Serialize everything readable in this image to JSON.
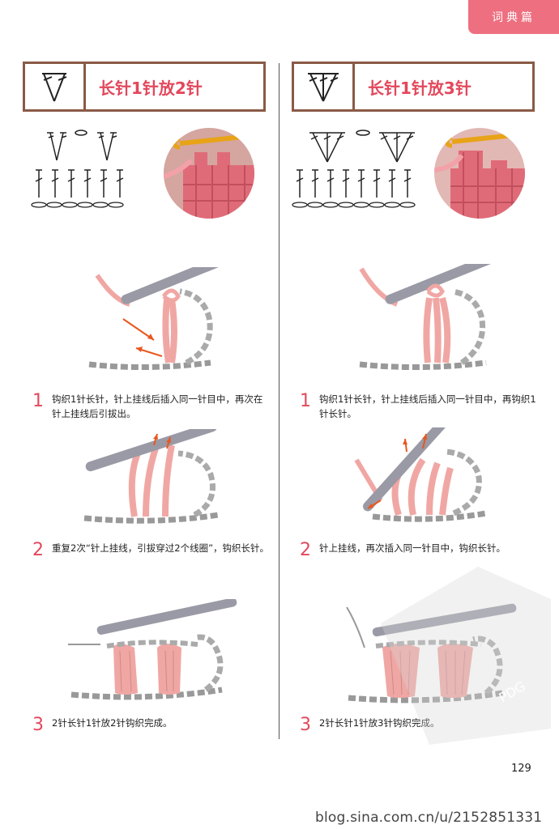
{
  "header": {
    "tab_label": "词典篇"
  },
  "left": {
    "title": "长针1针放2针",
    "steps": [
      {
        "num": "1",
        "text": "钩织1针长针，针上挂线后插入同一针目中，再次在针上挂线后引拔出。"
      },
      {
        "num": "2",
        "text": "重复2次“针上挂线，引拔穿过2个线圈”，钩织长针。"
      },
      {
        "num": "3",
        "text": "2针长针1针放2针钩织完成。"
      }
    ]
  },
  "right": {
    "title": "长针1针放3针",
    "steps": [
      {
        "num": "1",
        "text": "钩织1针长针，针上挂线后插入同一针目中，再钩织1针长针。"
      },
      {
        "num": "2",
        "text": "针上挂线，再次插入同一针目中，钩织长针。"
      },
      {
        "num": "3",
        "text": "2针长针1针放3针钩织完成。"
      }
    ]
  },
  "footer": {
    "page_number": "129",
    "blog_watermark": "blog.sina.com.cn/u/2152851331",
    "stamp_text": "PDG"
  },
  "colors": {
    "accent": "#e3485c",
    "tab": "#ee6f7f",
    "frame": "#8a5a46",
    "yarn": "#f0a7a4",
    "hook": "#9a9aa6"
  }
}
